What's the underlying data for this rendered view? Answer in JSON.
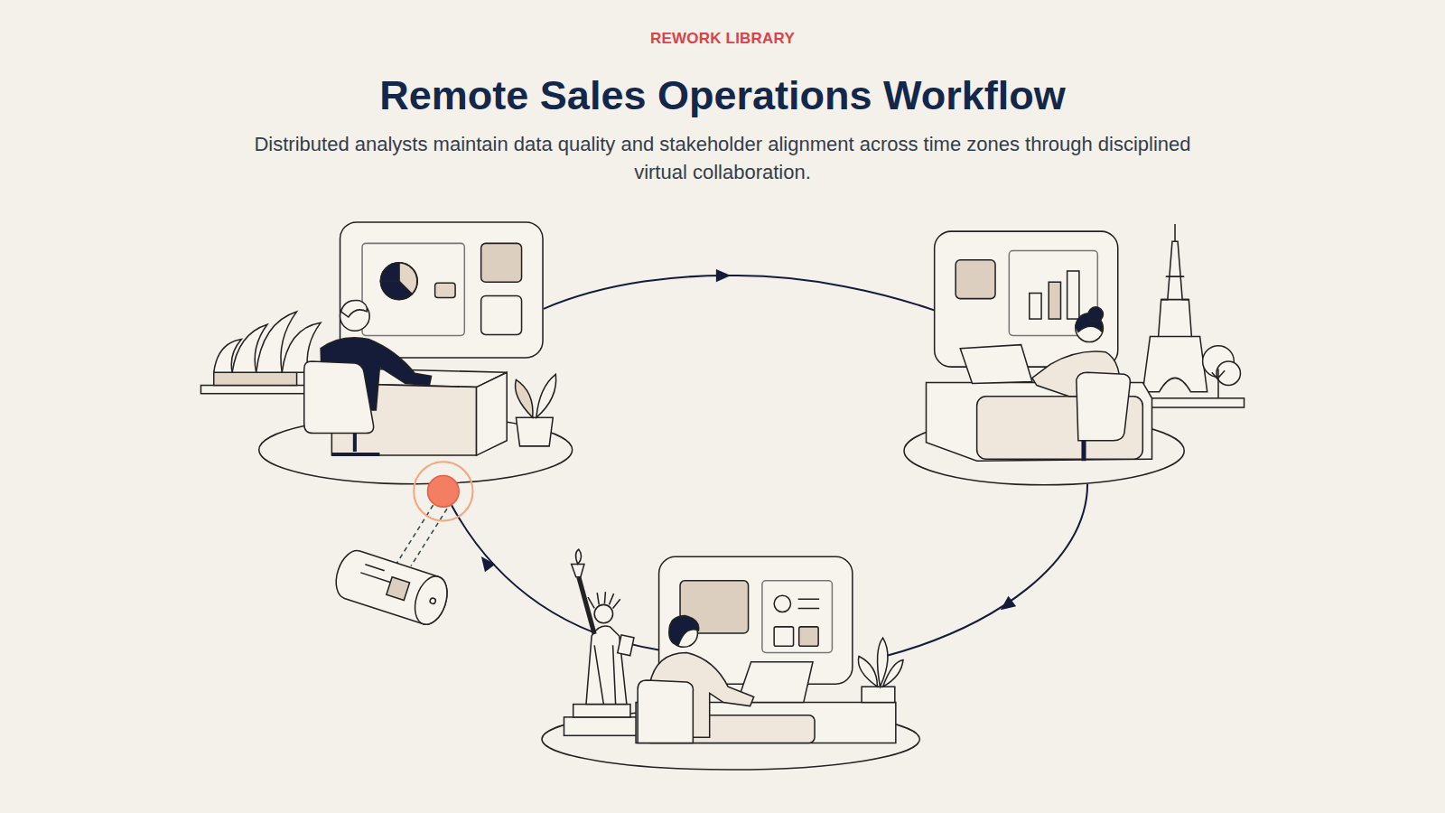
{
  "diagram": {
    "title": "Remote Sales Operations Workflow",
    "caption": "Distributed analysts maintain data quality and stakeholder alignment across time zones through disciplined virtual collaboration.",
    "labels": [
      "REWORK LIBRARY"
    ]
  }
}
